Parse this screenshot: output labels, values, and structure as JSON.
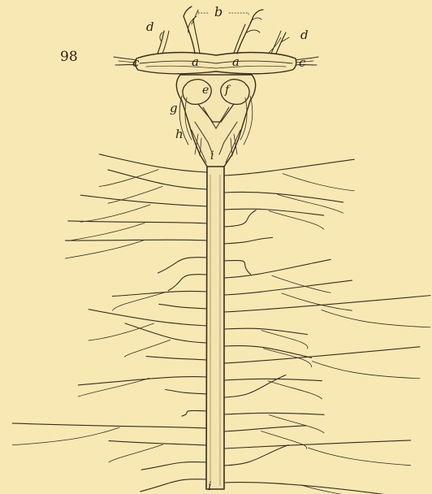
{
  "figure": {
    "number": "98",
    "colors": {
      "paper": "#f8e9b4",
      "ink": "#3a2c1e"
    },
    "labels": {
      "a_left": "a",
      "a_right": "a",
      "b": "b",
      "c_left": "c",
      "c_right": "c",
      "d_left": "d",
      "d_right": "d",
      "e": "e",
      "f": "f",
      "g": "g",
      "h": "h",
      "i_top": "i",
      "i_bottom": "i"
    }
  }
}
